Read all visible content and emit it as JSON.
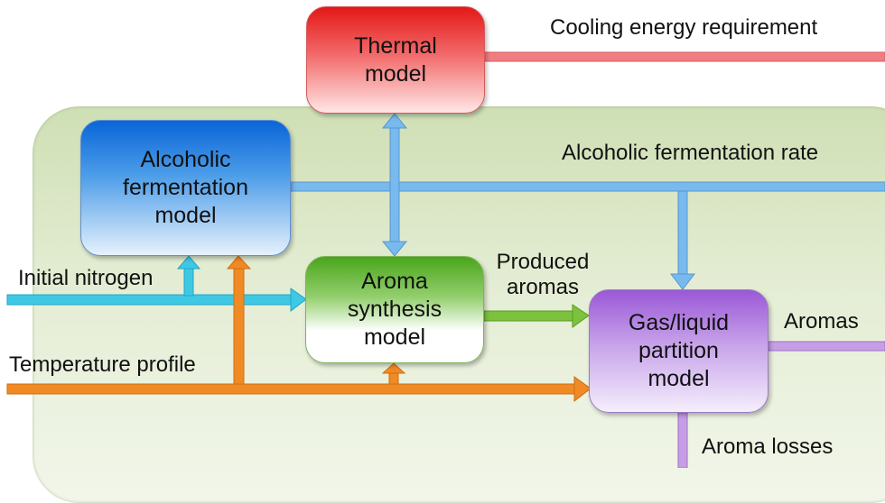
{
  "boxes": {
    "thermal": "Thermal\nmodel",
    "alcoholic": "Alcoholic\nfermentation\nmodel",
    "aroma": "Aroma\nsynthesis\nmodel",
    "gas": "Gas/liquid\npartition\nmodel"
  },
  "labels": {
    "cooling": "Cooling energy requirement",
    "fermentation_rate": "Alcoholic fermentation rate",
    "initial_nitrogen": "Initial nitrogen",
    "temperature_profile": "Temperature profile",
    "produced_aromas": "Produced\naromas",
    "aromas": "Aromas",
    "aroma_losses": "Aroma losses"
  },
  "colors": {
    "thermal": "#e41818",
    "alcoholic": "#0a66d8",
    "aroma": "#4aa51c",
    "gas": "#9a58d6",
    "temperature_arrow": "#f08a24",
    "nitrogen_arrow": "#3fc8e4",
    "rate_arrow": "#78b9ee",
    "cooling_arrow": "#f07e80",
    "aromas_arrow": "#c79ee6",
    "panel": "#d6e4bd"
  }
}
